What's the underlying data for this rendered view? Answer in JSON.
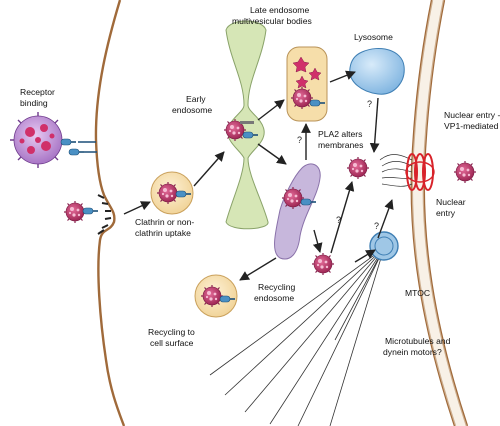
{
  "labels": {
    "receptor_binding": [
      "Receptor",
      "binding"
    ],
    "late_endosome": [
      "Late endosome",
      "multivesicular bodies"
    ],
    "lysosome": "Lysosome",
    "early_endosome": [
      "Early",
      "endosome"
    ],
    "pla2": [
      "PLA2 alters",
      "membranes"
    ],
    "nuclear_entry_vp1": [
      "Nuclear entry -",
      "VP1-mediated"
    ],
    "nuclear_entry": [
      "Nuclear",
      "entry"
    ],
    "clathrin": [
      "Clathrin or non-",
      "clathrin uptake"
    ],
    "recycling_endosome": [
      "Recycling",
      "endosome"
    ],
    "mtoc": "MTOC",
    "recycling_surface": [
      "Recycling to",
      "cell surface"
    ],
    "microtubules": [
      "Microtubules and",
      "dynein motors?"
    ]
  },
  "question_mark": "?",
  "colors": {
    "membrane": "#a06a3a",
    "virus_body": "#c33a6e",
    "virus_spot": "#f2a6c4",
    "vesicle_fill": "#f6deaa",
    "early_endosome_fill": "#d6e6b6",
    "recycling_endosome_fill": "#c7b7dc",
    "lysosome_fill": "#a9cdec",
    "mtoc_fill": "#9fc7e6",
    "receptor": "#4a90c4",
    "nuclear_pore": "#d8232a",
    "large_virion": "#c59bdc"
  }
}
